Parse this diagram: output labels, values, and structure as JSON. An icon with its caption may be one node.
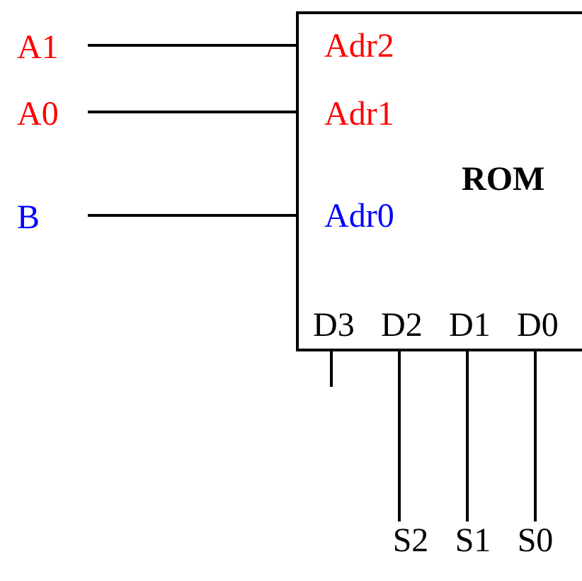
{
  "diagram": {
    "nodes": [
      {
        "text": [
          "ROM"
        ]
      },
      {
        "text": [
          "A1"
        ]
      },
      {
        "text": [
          "A0"
        ]
      },
      {
        "text": [
          "B"
        ]
      },
      {
        "text": [
          "Adr2"
        ],
        "in": 0
      },
      {
        "text": [
          "Adr1"
        ],
        "in": 0
      },
      {
        "text": [
          "Adr0"
        ],
        "in": 0
      },
      {
        "text": [
          "D3"
        ],
        "in": 0
      },
      {
        "text": [
          "D2"
        ],
        "in": 0
      },
      {
        "text": [
          "D1"
        ],
        "in": 0
      },
      {
        "text": [
          "D0"
        ],
        "in": 0
      },
      {
        "text": [
          "S2"
        ]
      },
      {
        "text": [
          "S1"
        ]
      },
      {
        "text": [
          "S0"
        ]
      }
    ],
    "edges": [
      {
        "from": 1,
        "to": 4,
        "arrow": "none"
      },
      {
        "from": 2,
        "to": 5,
        "arrow": "none"
      },
      {
        "from": 3,
        "to": 6,
        "arrow": "none"
      },
      {
        "from": 7,
        "to": null,
        "arrow": "none"
      },
      {
        "from": 8,
        "to": 11,
        "arrow": "none"
      },
      {
        "from": 9,
        "to": 12,
        "arrow": "none"
      },
      {
        "from": 10,
        "to": 13,
        "arrow": "none"
      }
    ]
  }
}
